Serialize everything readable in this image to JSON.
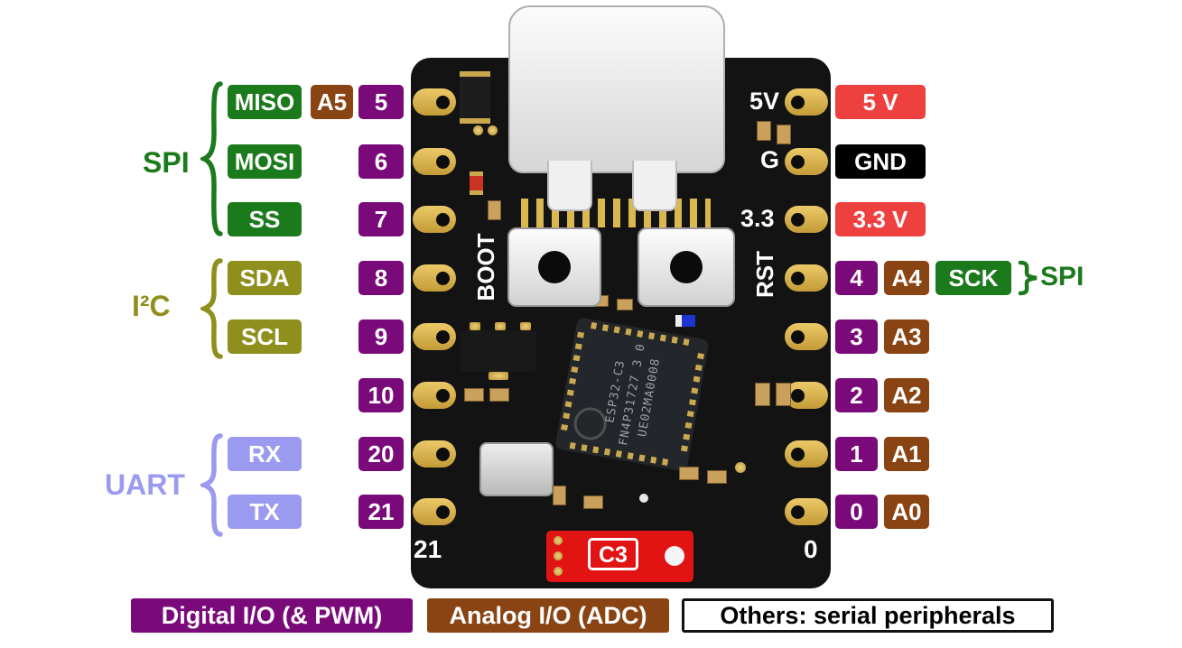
{
  "groups": {
    "spi_left": "SPI",
    "i2c": "I²C",
    "uart": "UART",
    "spi_right": "SPI"
  },
  "left_rows": [
    {
      "func": "MISO",
      "analog": "A5",
      "digital": "5"
    },
    {
      "func": "MOSI",
      "digital": "6"
    },
    {
      "func": "SS",
      "digital": "7"
    },
    {
      "func": "SDA",
      "digital": "8"
    },
    {
      "func": "SCL",
      "digital": "9"
    },
    {
      "digital": "10"
    },
    {
      "func": "RX",
      "digital": "20"
    },
    {
      "func": "TX",
      "digital": "21"
    }
  ],
  "right_rows": [
    {
      "board_label": "5V",
      "power": "5 V"
    },
    {
      "board_label": "G",
      "gnd": "GND"
    },
    {
      "board_label": "3.3",
      "power": "3.3 V"
    },
    {
      "board_label": "RST",
      "digital": "4",
      "analog": "A4",
      "func": "SCK"
    },
    {
      "digital": "3",
      "analog": "A3"
    },
    {
      "digital": "2",
      "analog": "A2"
    },
    {
      "digital": "1",
      "analog": "A1"
    },
    {
      "digital": "0",
      "analog": "A0"
    }
  ],
  "board": {
    "boot_button_label": "BOOT",
    "reset_button_label": "RST",
    "chip_marking": [
      "ESP32-C3",
      "FN4P31727 3 0",
      "UE02MA0008"
    ],
    "corner_pin_left": "21",
    "corner_pin_right": "0",
    "shield_label": "C3"
  },
  "legend": {
    "digital": "Digital I/O (& PWM)",
    "analog": "Analog I/O (ADC)",
    "others": "Others: serial peripherals"
  },
  "colors": {
    "digital": "#7a0a7a",
    "analog": "#8a4413",
    "spi": "#1b7a1b",
    "i2c": "#8f8f1d",
    "uart": "#9a9af0",
    "power": "#ef4040",
    "gnd": "#000000"
  }
}
